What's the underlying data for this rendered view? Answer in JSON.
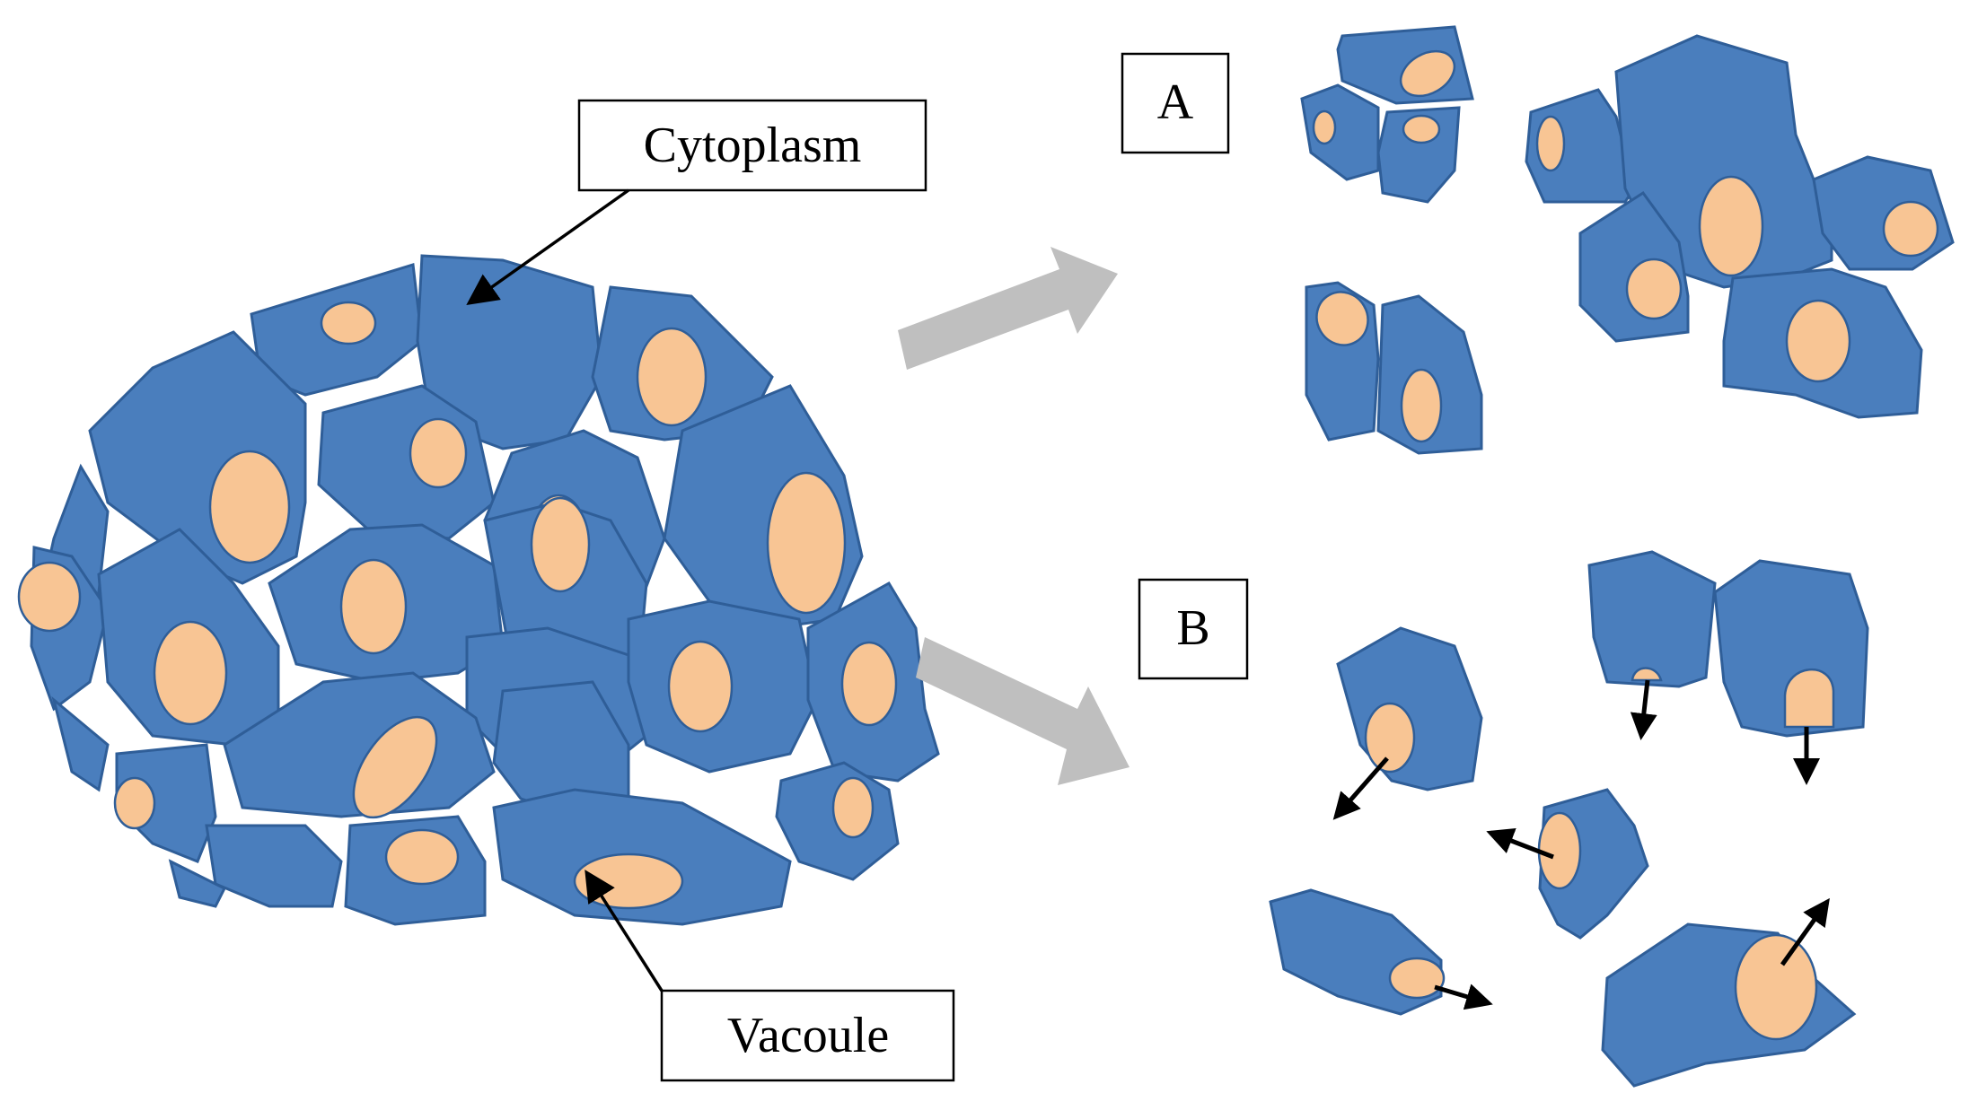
{
  "labels": {
    "cytoplasm": "Cytoplasm",
    "vacuole": "Vacoule",
    "panel_a": "A",
    "panel_b": "B"
  },
  "colors": {
    "cytoplasm": "#4a7ebd",
    "cell_outline": "#2f5e98",
    "vacuole": "#f8c594",
    "process_arrow": "#bfbfbf",
    "pointer": "#000000",
    "background": "#ffffff"
  },
  "icons": {
    "process_arrow": "block-arrow-right",
    "pointer_arrow": "arrow-head",
    "movement_arrow": "arrow-head"
  }
}
